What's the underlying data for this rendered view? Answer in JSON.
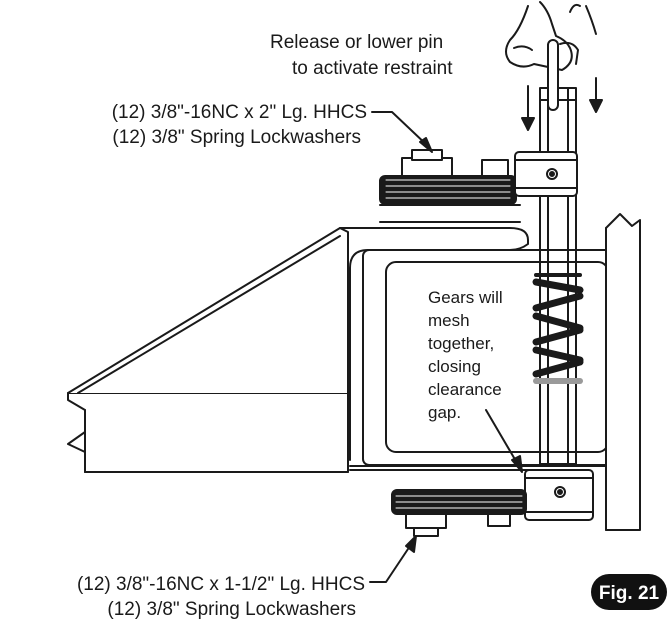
{
  "callouts": {
    "pin_line1": "Release or lower pin",
    "pin_line2": "to activate restraint",
    "top_bolt_line1": "(12) 3/8\"-16NC x 2\" Lg. HHCS",
    "top_bolt_line2": "(12) 3/8\" Spring Lockwashers",
    "bottom_bolt_line1": "(12) 3/8\"-16NC x 1-1/2\" Lg. HHCS",
    "bottom_bolt_line2": "(12) 3/8\" Spring Lockwashers"
  },
  "gear_note": [
    "Gears will",
    "mesh",
    "together,",
    "closing",
    "clearance",
    "gap."
  ],
  "figure_label": "Fig. 21",
  "colors": {
    "line": "#1a1a1a",
    "badge": "#111111",
    "spring_base": "#9a9a9a",
    "background": "#ffffff"
  }
}
